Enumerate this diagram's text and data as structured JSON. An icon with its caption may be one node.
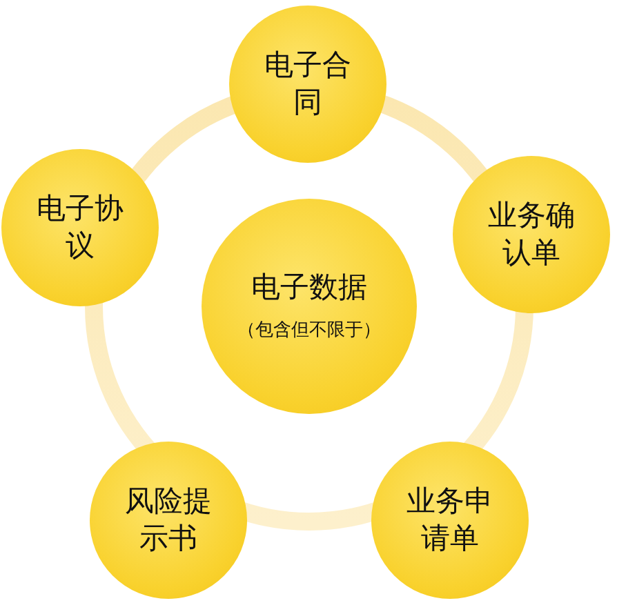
{
  "diagram": {
    "nodes": [
      {
        "text": [
          "电子数据",
          "（包含但不限于）"
        ]
      },
      {
        "text": [
          "电子合同"
        ]
      },
      {
        "text": [
          "业务确认单"
        ]
      },
      {
        "text": [
          "业务申请单"
        ]
      },
      {
        "text": [
          "风险提示书"
        ]
      },
      {
        "text": [
          "电子协议"
        ]
      }
    ]
  }
}
